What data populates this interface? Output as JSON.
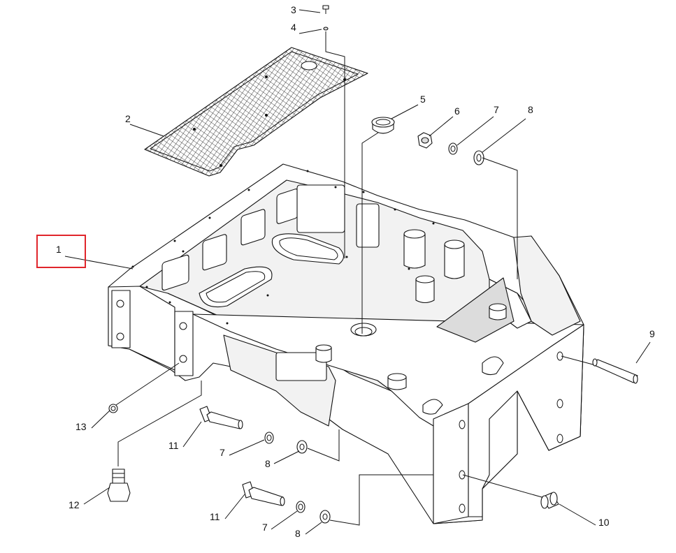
{
  "diagram": {
    "callouts": {
      "c1": "1",
      "c2": "2",
      "c3": "3",
      "c4": "4",
      "c5": "5",
      "c6": "6",
      "c7a": "7",
      "c8a": "8",
      "c9": "9",
      "c10": "10",
      "c11a": "11",
      "c7b": "7",
      "c8b": "8",
      "c11b": "11",
      "c7c": "7",
      "c8c": "8",
      "c12": "12",
      "c13": "13"
    },
    "highlight_color": "#e0252b",
    "line_color": "#111111"
  }
}
